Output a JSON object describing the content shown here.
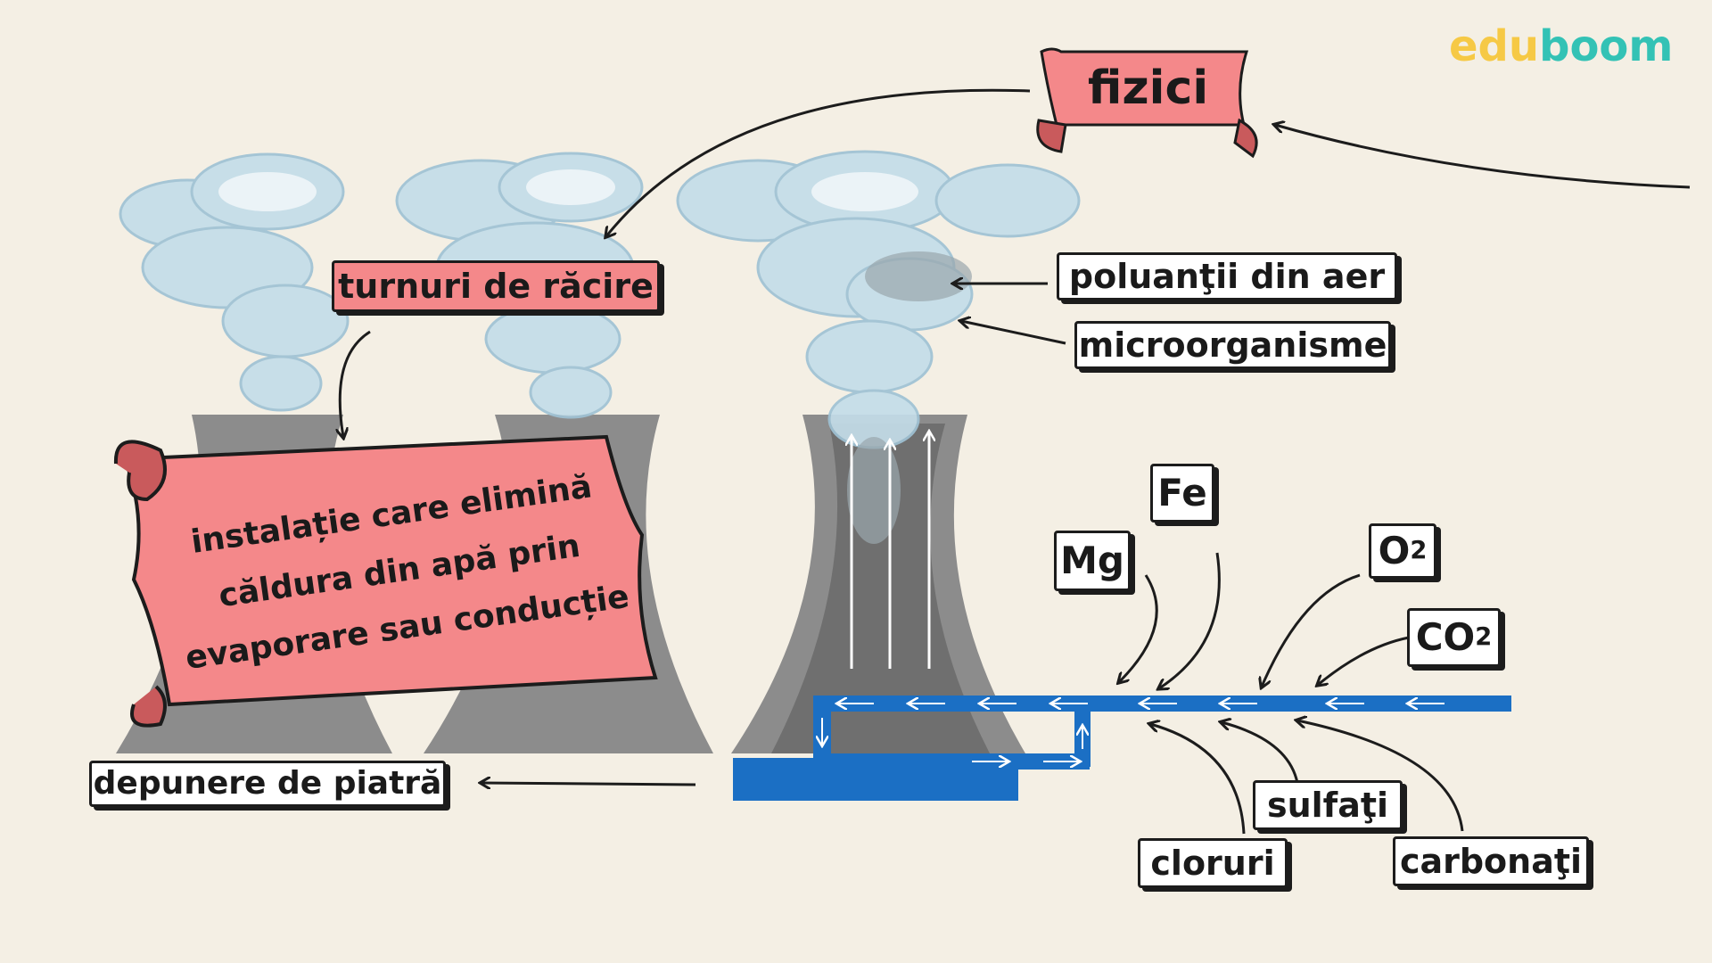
{
  "brand": {
    "logo_part1": "edu",
    "logo_part2": "boom",
    "color1": "#f6c945",
    "color2": "#33c2b5"
  },
  "colors": {
    "water": "#1b6fc4",
    "tower": "#8c8c8c",
    "smoke": "#bcd8e6",
    "ribbon": "#f4888a",
    "outline": "#1c1c1c"
  },
  "labels": {
    "fizici": "fizici",
    "turnuri": "turnuri de răcire",
    "definitie_line1": "instalație care elimină",
    "definitie_line2": "căldura din apă prin",
    "definitie_line3": "evaporare sau conducție",
    "poluanti": "poluanţii din aer",
    "microorganisme": "microorganisme",
    "depunere": "depunere de piatră",
    "fe": "Fe",
    "mg": "Mg",
    "o2_base": "O",
    "o2_sub": "2",
    "co2_base": "CO",
    "co2_sub": "2",
    "sulfati": "sulfaţi",
    "cloruri": "cloruri",
    "carbonati": "carbonaţi"
  }
}
